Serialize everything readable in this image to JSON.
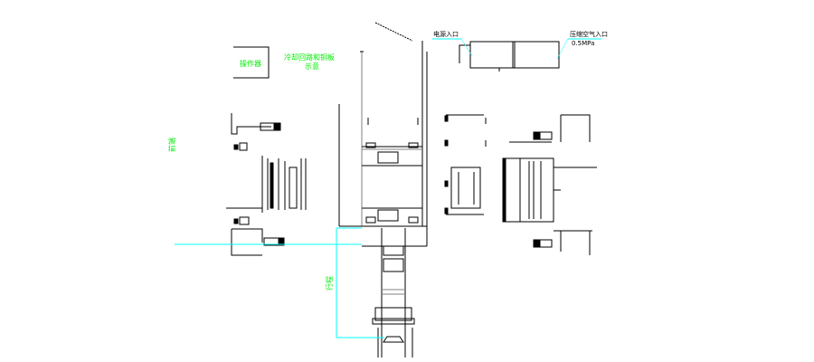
{
  "drawing": {
    "labels": {
      "operator_box": "操作器",
      "cooling_line1": "冷却回路和铜板",
      "cooling_line2": "示意",
      "power_inlet": "电源入口",
      "air_inlet": "压缩空气入口",
      "air_pressure": "0.5MPa",
      "left_vertical": "前端",
      "stroke_vertical": "行程"
    },
    "colors": {
      "line": "#000000",
      "dimension": "#00ffff",
      "text": "#00ee00",
      "hidden": "#808080"
    }
  }
}
